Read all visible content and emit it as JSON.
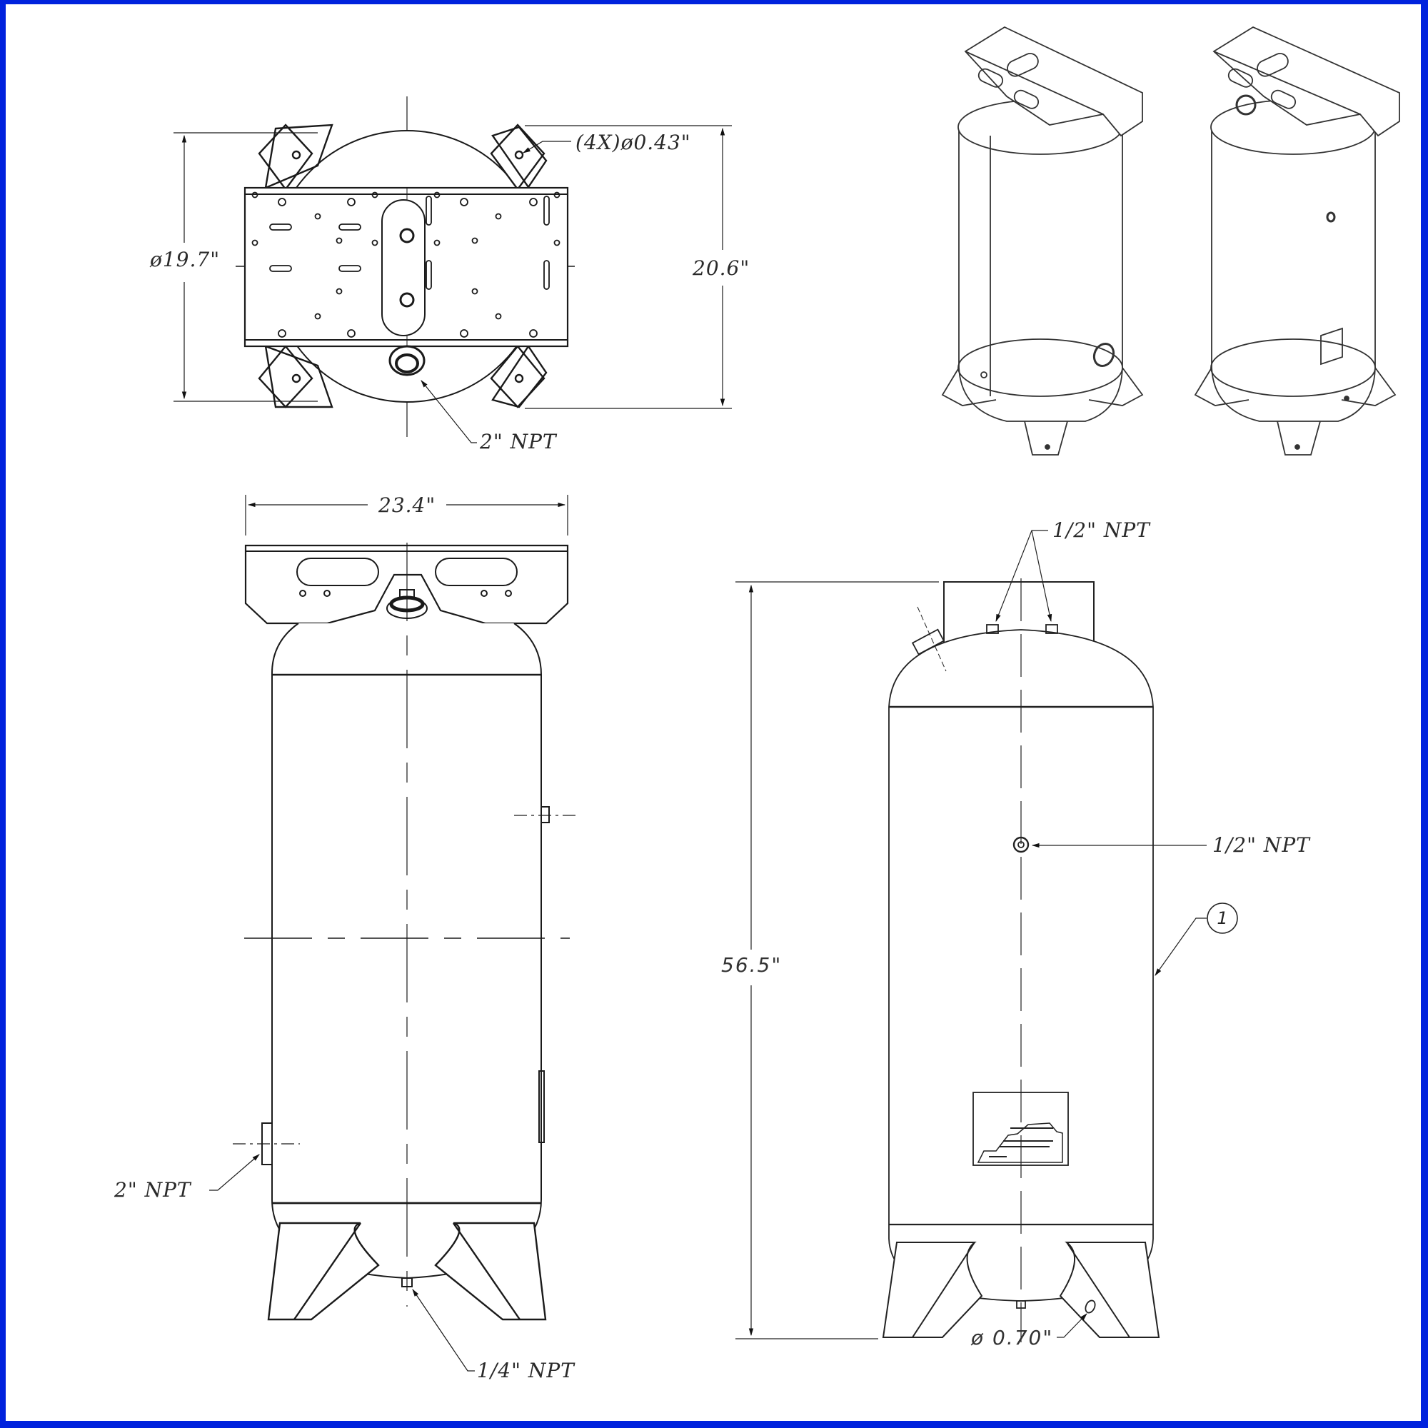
{
  "drawing": {
    "subject": "Vertical air receiver tank",
    "border_color": "#0022dd",
    "line_color": "#1a1a1a",
    "background": "#ffffff"
  },
  "views": {
    "top_view": {
      "labels": {
        "mounting_holes": "(4X)ø0.43\"",
        "tank_diameter": "ø19.7\"",
        "foot_span": "20.6\"",
        "top_port": "2\"   NPT"
      }
    },
    "front_view": {
      "labels": {
        "platform_width": "23.4\"",
        "side_inlet": "2\"   NPT",
        "drain": "1/4\"   NPT"
      }
    },
    "side_view": {
      "labels": {
        "top_ports": "1/2\"   NPT",
        "side_port": "1/2\"   NPT",
        "overall_height": "56.5\"",
        "foot_hole": "ø  0.70\"",
        "balloon": "1"
      }
    },
    "isometric_views": {
      "count": 2
    }
  }
}
